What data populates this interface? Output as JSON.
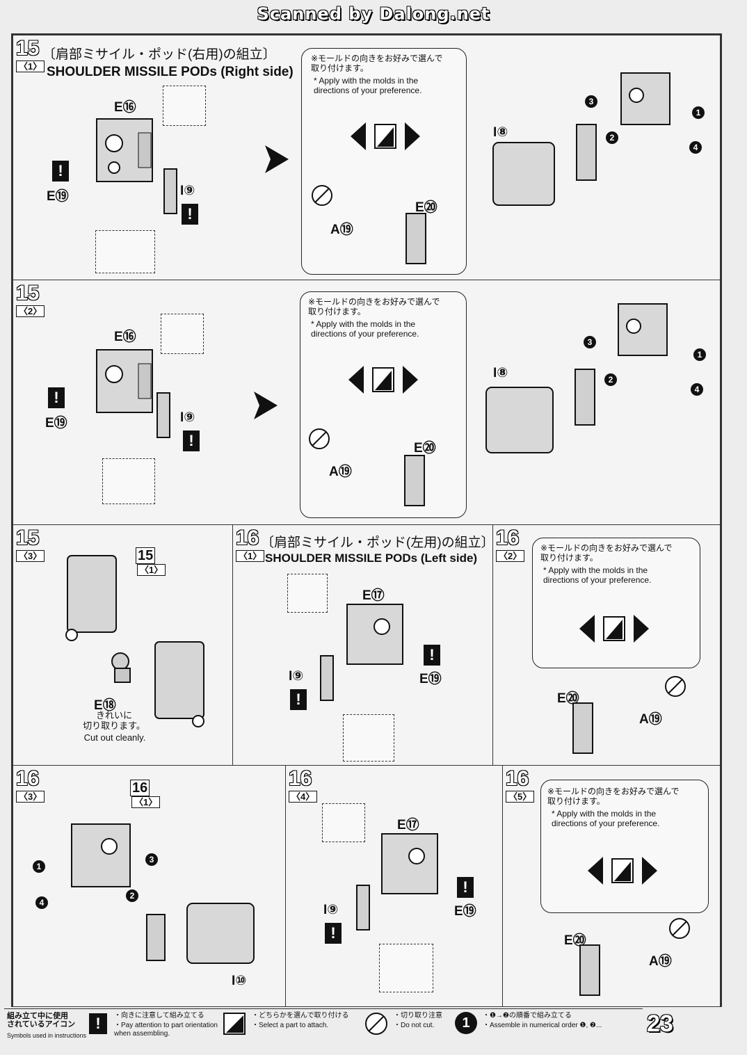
{
  "banner": "Scanned by Dalong.net",
  "page_number": "23",
  "steps": {
    "s15_1": {
      "num": "15",
      "sub": "〈1〉",
      "title_ja": "〔肩部ミサイル・ポッド(右用)の組立〕",
      "title_en": "SHOULDER MISSILE PODs (Right side)"
    },
    "s15_2": {
      "num": "15",
      "sub": "〈2〉"
    },
    "s15_3": {
      "num": "15",
      "sub": "〈3〉",
      "ref_num": "15",
      "ref_sub": "〈1〉",
      "part": "E",
      "part_n": "⑱",
      "cut_ja": "きれいに\n切り取ります。",
      "cut_en": "Cut out cleanly."
    },
    "s16_1": {
      "num": "16",
      "sub": "〈1〉",
      "title_ja": "〔肩部ミサイル・ポッド(左用)の組立〕",
      "title_en": "SHOULDER MISSILE PODs (Left side)"
    },
    "s16_2": {
      "num": "16",
      "sub": "〈2〉"
    },
    "s16_3": {
      "num": "16",
      "sub": "〈3〉",
      "ref_num": "16",
      "ref_sub": "〈1〉",
      "part": "I",
      "part_n": "⑩"
    },
    "s16_4": {
      "num": "16",
      "sub": "〈4〉"
    },
    "s16_5": {
      "num": "16",
      "sub": "〈5〉"
    }
  },
  "note": {
    "ja": "※モールドの向きをお好みで選んで\n取り付けます。",
    "en": "* Apply with the molds in the\ndirections of your preference."
  },
  "parts": {
    "E16": "E⑯",
    "E17": "E⑰",
    "E19": "E⑲",
    "E20": "E⑳",
    "I8": "I⑧",
    "I9": "I⑨",
    "A19": "A⑲"
  },
  "numbers": [
    "1",
    "2",
    "3",
    "4"
  ],
  "footer": {
    "label_ja": "組み立て中に使用\nされているアイコン",
    "label_en": "Symbols used in instructions",
    "items": [
      {
        "icon": "alert-icon",
        "ja": "・向きに注意して組み立てる",
        "en": "・Pay attention to part orientation\nwhen assembling."
      },
      {
        "icon": "choice-icon",
        "ja": "・どちらかを選んで取り付ける",
        "en": "・Select a part to attach."
      },
      {
        "icon": "no-cut-icon",
        "ja": "・切り取り注意",
        "en": "・Do not cut."
      },
      {
        "icon": "number-icon",
        "ja": "・❶→❷の順番で組み立てる",
        "en": "・Assemble in numerical order ❶, ❷..."
      }
    ]
  }
}
